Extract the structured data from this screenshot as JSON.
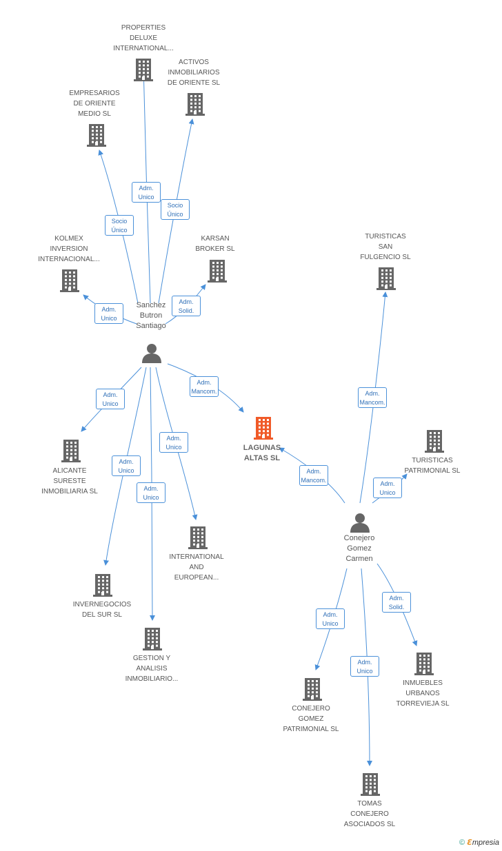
{
  "colors": {
    "edge": "#4a90d9",
    "icon": "#666666",
    "focus": "#f05a28"
  },
  "companies": [
    {
      "id": "properties",
      "lines": [
        "PROPERTIES",
        "DELUXE",
        "INTERNATIONAL..."
      ]
    },
    {
      "id": "activos",
      "lines": [
        "ACTIVOS",
        "INMOBILIARIOS",
        "DE ORIENTE SL"
      ]
    },
    {
      "id": "empresarios",
      "lines": [
        "EMPRESARIOS",
        "DE ORIENTE",
        "MEDIO SL"
      ]
    },
    {
      "id": "kolmex",
      "lines": [
        "KOLMEX",
        "INVERSION",
        "INTERNACIONAL..."
      ]
    },
    {
      "id": "karsan",
      "lines": [
        "KARSAN",
        "BROKER SL"
      ]
    },
    {
      "id": "turisticas_san",
      "lines": [
        "TURISTICAS",
        "SAN",
        "FULGENCIO  SL"
      ]
    },
    {
      "id": "lagunas",
      "lines": [
        "LAGUNAS",
        "ALTAS SL"
      ],
      "focus": true
    },
    {
      "id": "turisticas_patr",
      "lines": [
        "TURISTICAS",
        "PATRIMONIAL SL"
      ]
    },
    {
      "id": "alicante",
      "lines": [
        "ALICANTE",
        "SURESTE",
        "INMOBILIARIA SL"
      ]
    },
    {
      "id": "international",
      "lines": [
        "INTERNATIONAL",
        "AND",
        "EUROPEAN..."
      ]
    },
    {
      "id": "invernegocios",
      "lines": [
        "INVERNEGOCIOS",
        "DEL SUR  SL"
      ]
    },
    {
      "id": "gestion",
      "lines": [
        "GESTION Y",
        "ANALISIS",
        "INMOBILIARIO..."
      ]
    },
    {
      "id": "conejero_patr",
      "lines": [
        "CONEJERO",
        "GOMEZ",
        "PATRIMONIAL SL"
      ]
    },
    {
      "id": "inmuebles",
      "lines": [
        "INMUEBLES",
        "URBANOS",
        "TORREVIEJA SL"
      ]
    },
    {
      "id": "tomas",
      "lines": [
        "TOMAS",
        "CONEJERO",
        "ASOCIADOS SL"
      ]
    }
  ],
  "persons": [
    {
      "id": "sanchez",
      "lines": [
        "Sanchez",
        "Butron",
        "Santiago"
      ]
    },
    {
      "id": "conejero",
      "lines": [
        "Conejero",
        "Gomez",
        "Carmen"
      ]
    }
  ],
  "relations": [
    {
      "from": "sanchez",
      "to": "properties",
      "label": [
        "Adm.",
        "Unico"
      ]
    },
    {
      "from": "sanchez",
      "to": "activos",
      "label": [
        "Socio",
        "Único"
      ]
    },
    {
      "from": "sanchez",
      "to": "empresarios",
      "label": [
        "Socio",
        "Único"
      ]
    },
    {
      "from": "sanchez",
      "to": "kolmex",
      "label": [
        "Adm.",
        "Unico"
      ]
    },
    {
      "from": "sanchez",
      "to": "karsan",
      "label": [
        "Adm.",
        "Solid."
      ]
    },
    {
      "from": "sanchez",
      "to": "lagunas",
      "label": [
        "Adm.",
        "Mancom."
      ]
    },
    {
      "from": "sanchez",
      "to": "alicante",
      "label": [
        "Adm.",
        "Unico"
      ]
    },
    {
      "from": "sanchez",
      "to": "international",
      "label": [
        "Adm.",
        "Unico"
      ]
    },
    {
      "from": "sanchez",
      "to": "invernegocios",
      "label": [
        "Adm.",
        "Unico"
      ]
    },
    {
      "from": "sanchez",
      "to": "gestion",
      "label": [
        "Adm.",
        "Unico"
      ]
    },
    {
      "from": "conejero",
      "to": "turisticas_san",
      "label": [
        "Adm.",
        "Mancom."
      ]
    },
    {
      "from": "conejero",
      "to": "lagunas",
      "label": [
        "Adm.",
        "Mancom."
      ]
    },
    {
      "from": "conejero",
      "to": "turisticas_patr",
      "label": [
        "Adm.",
        "Unico"
      ]
    },
    {
      "from": "conejero",
      "to": "conejero_patr",
      "label": [
        "Adm.",
        "Unico"
      ]
    },
    {
      "from": "conejero",
      "to": "inmuebles",
      "label": [
        "Adm.",
        "Solid."
      ]
    },
    {
      "from": "conejero",
      "to": "tomas",
      "label": [
        "Adm.",
        "Unico"
      ]
    }
  ],
  "footer": {
    "copyright": "©",
    "brand_first": "ℇ",
    "brand_rest": "mpresia"
  }
}
